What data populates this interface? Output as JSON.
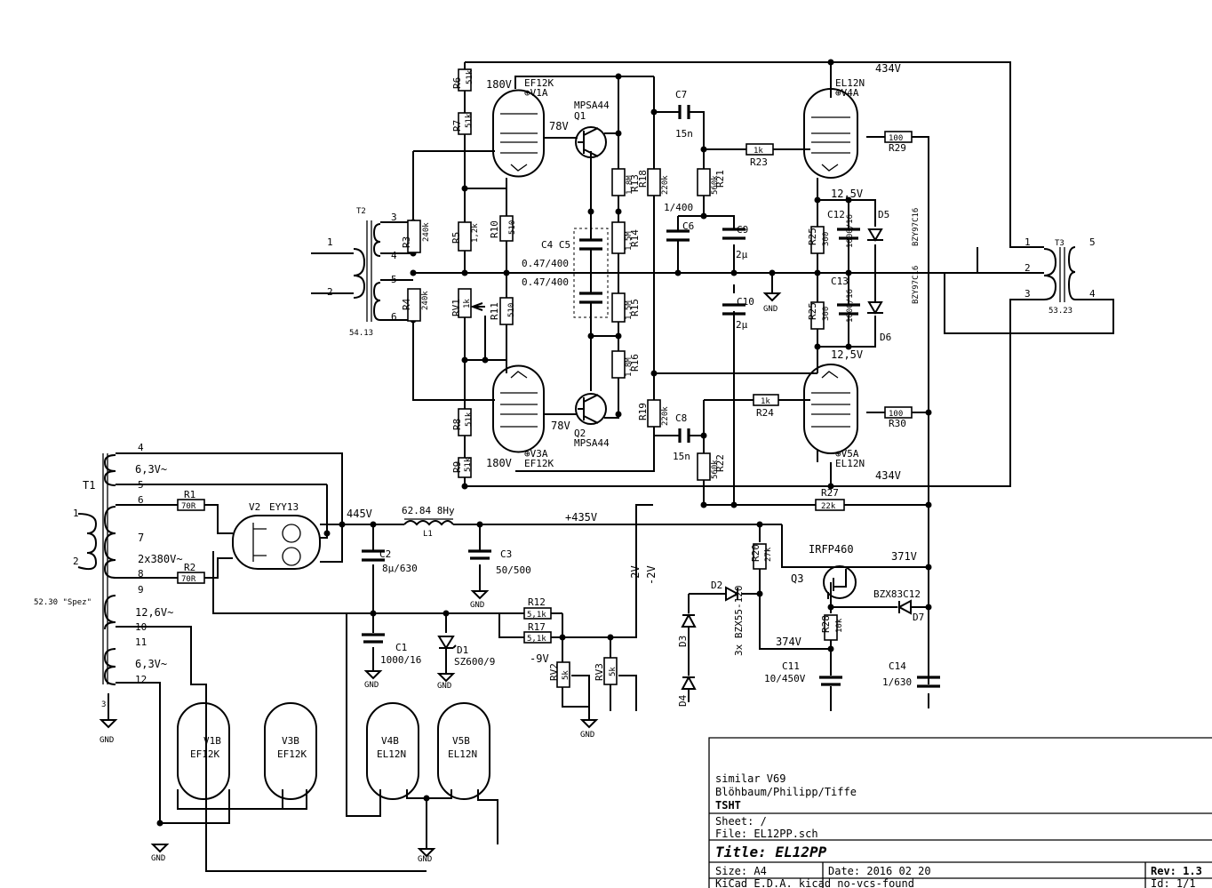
{
  "title_block": {
    "line1": "similar V69",
    "line2": "Blöhbaum/Philipp/Tiffe",
    "line3": "TSHT",
    "sheet": "Sheet: /",
    "file": "File: EL12PP.sch",
    "title": "Title: EL12PP",
    "size": "Size: A4",
    "date": "Date: 2016 02 20",
    "rev": "Rev: 1.3",
    "tool": "KiCad E.D.A.  kicad no-vcs-found",
    "id": "Id: 1/1"
  },
  "tubes": {
    "v1a": {
      "ref": "⊕V1A",
      "type": "EF12K",
      "voltage": "180V"
    },
    "v3a": {
      "ref": "⊕V3A",
      "type": "EF12K",
      "voltage": "180V"
    },
    "v4a": {
      "ref": "⊕V4A",
      "type": "EL12N",
      "voltage": "434V"
    },
    "v5a": {
      "ref": "⊕V5A",
      "type": "EL12N",
      "voltage": "434V"
    },
    "v2": {
      "ref": "V2",
      "type": "EYY13"
    },
    "heaters": [
      {
        "ref": "V1B",
        "type": "EF12K"
      },
      {
        "ref": "V3B",
        "type": "EF12K"
      },
      {
        "ref": "V4B",
        "type": "EL12N"
      },
      {
        "ref": "V5B",
        "type": "EL12N"
      }
    ]
  },
  "transistors": {
    "q1": {
      "ref": "Q1",
      "type": "MPSA44",
      "voltage": "78V"
    },
    "q2": {
      "ref": "Q2",
      "type": "MPSA44",
      "voltage": "78V"
    },
    "q3": {
      "ref": "Q3",
      "type": "IRFP460"
    }
  },
  "resistors": {
    "r1": {
      "ref": "R1",
      "value": "70R"
    },
    "r2": {
      "ref": "R2",
      "value": "70R"
    },
    "r3": {
      "ref": "R3",
      "value": "240k"
    },
    "r4": {
      "ref": "R4",
      "value": "240k"
    },
    "r5": {
      "ref": "R5",
      "value": "1,2k"
    },
    "r6": {
      "ref": "R6",
      "value": "51k"
    },
    "r7": {
      "ref": "R7",
      "value": "51k"
    },
    "r8": {
      "ref": "R8",
      "value": "51k"
    },
    "r9": {
      "ref": "R9",
      "value": "51k"
    },
    "r10": {
      "ref": "R10",
      "value": "510"
    },
    "r11": {
      "ref": "R11",
      "value": "510"
    },
    "r12": {
      "ref": "R12",
      "value": "5,1k"
    },
    "r13": {
      "ref": "R13",
      "value": "1,8M"
    },
    "r14": {
      "ref": "R14",
      "value": "1,5M"
    },
    "r15": {
      "ref": "R15",
      "value": "1,5M"
    },
    "r16": {
      "ref": "R16",
      "value": "1,8M"
    },
    "r17": {
      "ref": "R17",
      "value": "5,1k"
    },
    "r18": {
      "ref": "R18",
      "value": "220k"
    },
    "r19": {
      "ref": "R19",
      "value": "220k"
    },
    "r20": {
      "ref": "R20",
      "value": "27k"
    },
    "r21": {
      "ref": "R21",
      "value": "560k"
    },
    "r22": {
      "ref": "R22",
      "value": "560k"
    },
    "r23": {
      "ref": "R23",
      "value": "1k"
    },
    "r24": {
      "ref": "R24",
      "value": "1k"
    },
    "r25a": {
      "ref": "R25",
      "value": "300"
    },
    "r25b": {
      "ref": "R25",
      "value": "300"
    },
    "r27": {
      "ref": "R27",
      "value": "22k"
    },
    "r28": {
      "ref": "R28",
      "value": "10k"
    },
    "r29": {
      "ref": "R29",
      "value": "100"
    },
    "r30": {
      "ref": "R30",
      "value": "100"
    },
    "rv1": {
      "ref": "RV1",
      "value": "1k"
    },
    "rv2": {
      "ref": "RV2",
      "value": "5k"
    },
    "rv3": {
      "ref": "RV3",
      "value": "5k"
    }
  },
  "capacitors": {
    "c1": {
      "ref": "C1",
      "value": "1000/16"
    },
    "c2": {
      "ref": "C2",
      "value": "8µ/630"
    },
    "c3": {
      "ref": "C3",
      "value": "50/500"
    },
    "c45": {
      "ref": "C4 C5"
    },
    "c4v": "0.47/400",
    "c5v": "0.47/400",
    "c6": {
      "ref": "C6",
      "value": "1/400"
    },
    "c7": {
      "ref": "C7",
      "value": "15n"
    },
    "c8": {
      "ref": "C8",
      "value": "15n"
    },
    "c9": {
      "ref": "C9",
      "value": "2µ"
    },
    "c10": {
      "ref": "C10",
      "value": "2µ"
    },
    "c11": {
      "ref": "C11",
      "value": "10/450V"
    },
    "c12": {
      "ref": "C12",
      "value": "1000/16"
    },
    "c13": {
      "ref": "C13",
      "value": "1000/16"
    },
    "c14": {
      "ref": "C14",
      "value": "1/630"
    }
  },
  "diodes": {
    "d1": {
      "ref": "D1",
      "value": "SZ600/9"
    },
    "d2": {
      "ref": "D2"
    },
    "d3": {
      "ref": "D3"
    },
    "d4": {
      "ref": "D4"
    },
    "d3val": "3x BZX55-120",
    "d5": {
      "ref": "D5",
      "value": "BZY97C16"
    },
    "d6": {
      "ref": "D6",
      "value": "BZY97C16"
    },
    "d7": {
      "ref": "D7",
      "value": "BZX83C12"
    }
  },
  "transformers": {
    "t1": {
      "ref": "T1",
      "value": "52.30 \"Spez\"",
      "w1": "6,3V~",
      "w2": "2x380V~",
      "w3": "12,6V~",
      "w4": "6,3V~",
      "pins": [
        "1",
        "2",
        "4",
        "5",
        "6",
        "7",
        "8",
        "9",
        "10",
        "11",
        "12",
        "3"
      ]
    },
    "t2": {
      "ref": "T2",
      "value": "54.13",
      "pins": [
        "1",
        "2",
        "3",
        "4",
        "5",
        "6"
      ]
    },
    "t3": {
      "ref": "T3",
      "value": "53.23",
      "pins": [
        "1",
        "2",
        "3",
        "5",
        "4"
      ]
    },
    "l1": {
      "ref": "L1",
      "value": "62.84 8Hy"
    }
  },
  "nets": {
    "v445": "445V",
    "v435": "+435V",
    "v371": "371V",
    "v374": "374V",
    "v125a": "12,5V",
    "v125b": "12,5V",
    "m2a": "-2V",
    "m2b": "-2V",
    "m9": "-9V",
    "gnd": "GND"
  }
}
